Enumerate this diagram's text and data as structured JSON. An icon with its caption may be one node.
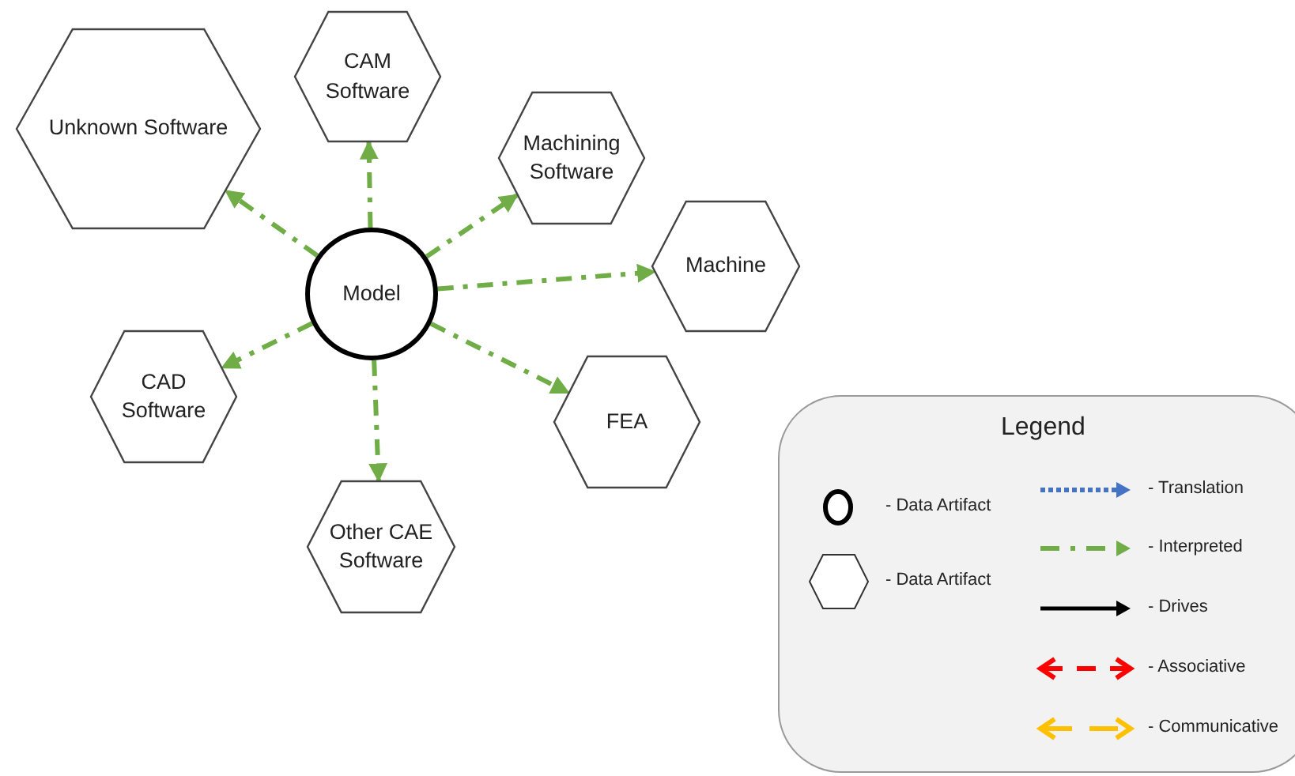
{
  "diagram": {
    "nodes": [
      {
        "text": [
          "CAM Software"
        ]
      },
      {
        "text": [
          "Unknown Software"
        ]
      },
      {
        "text": [
          "Machining Software"
        ]
      },
      {
        "text": [
          "Machine"
        ]
      },
      {
        "text": [
          "Model"
        ]
      },
      {
        "text": [
          "CAD Software"
        ]
      },
      {
        "text": [
          "FEA"
        ]
      },
      {
        "text": [
          "Other CAE Software"
        ]
      }
    ],
    "edges": [
      {
        "from": 4,
        "to": 0,
        "arrow": "to"
      },
      {
        "from": 4,
        "to": 1,
        "arrow": "to"
      },
      {
        "from": 4,
        "to": 2,
        "arrow": "to"
      },
      {
        "from": 4,
        "to": 3,
        "arrow": "to"
      },
      {
        "from": 4,
        "to": 5,
        "arrow": "to"
      },
      {
        "from": 4,
        "to": 6,
        "arrow": "to"
      },
      {
        "from": 4,
        "to": 7,
        "arrow": "to"
      }
    ],
    "labels": [
      "Legend"
    ],
    "legend": [
      {
        "text": "- Data Artifact"
      },
      {
        "text": "- Data Artifact"
      },
      {
        "text": "- Translation"
      },
      {
        "text": "- Interpreted"
      },
      {
        "text": "- Drives"
      },
      {
        "text": "- Associative"
      },
      {
        "text": "- Communicative"
      }
    ]
  }
}
